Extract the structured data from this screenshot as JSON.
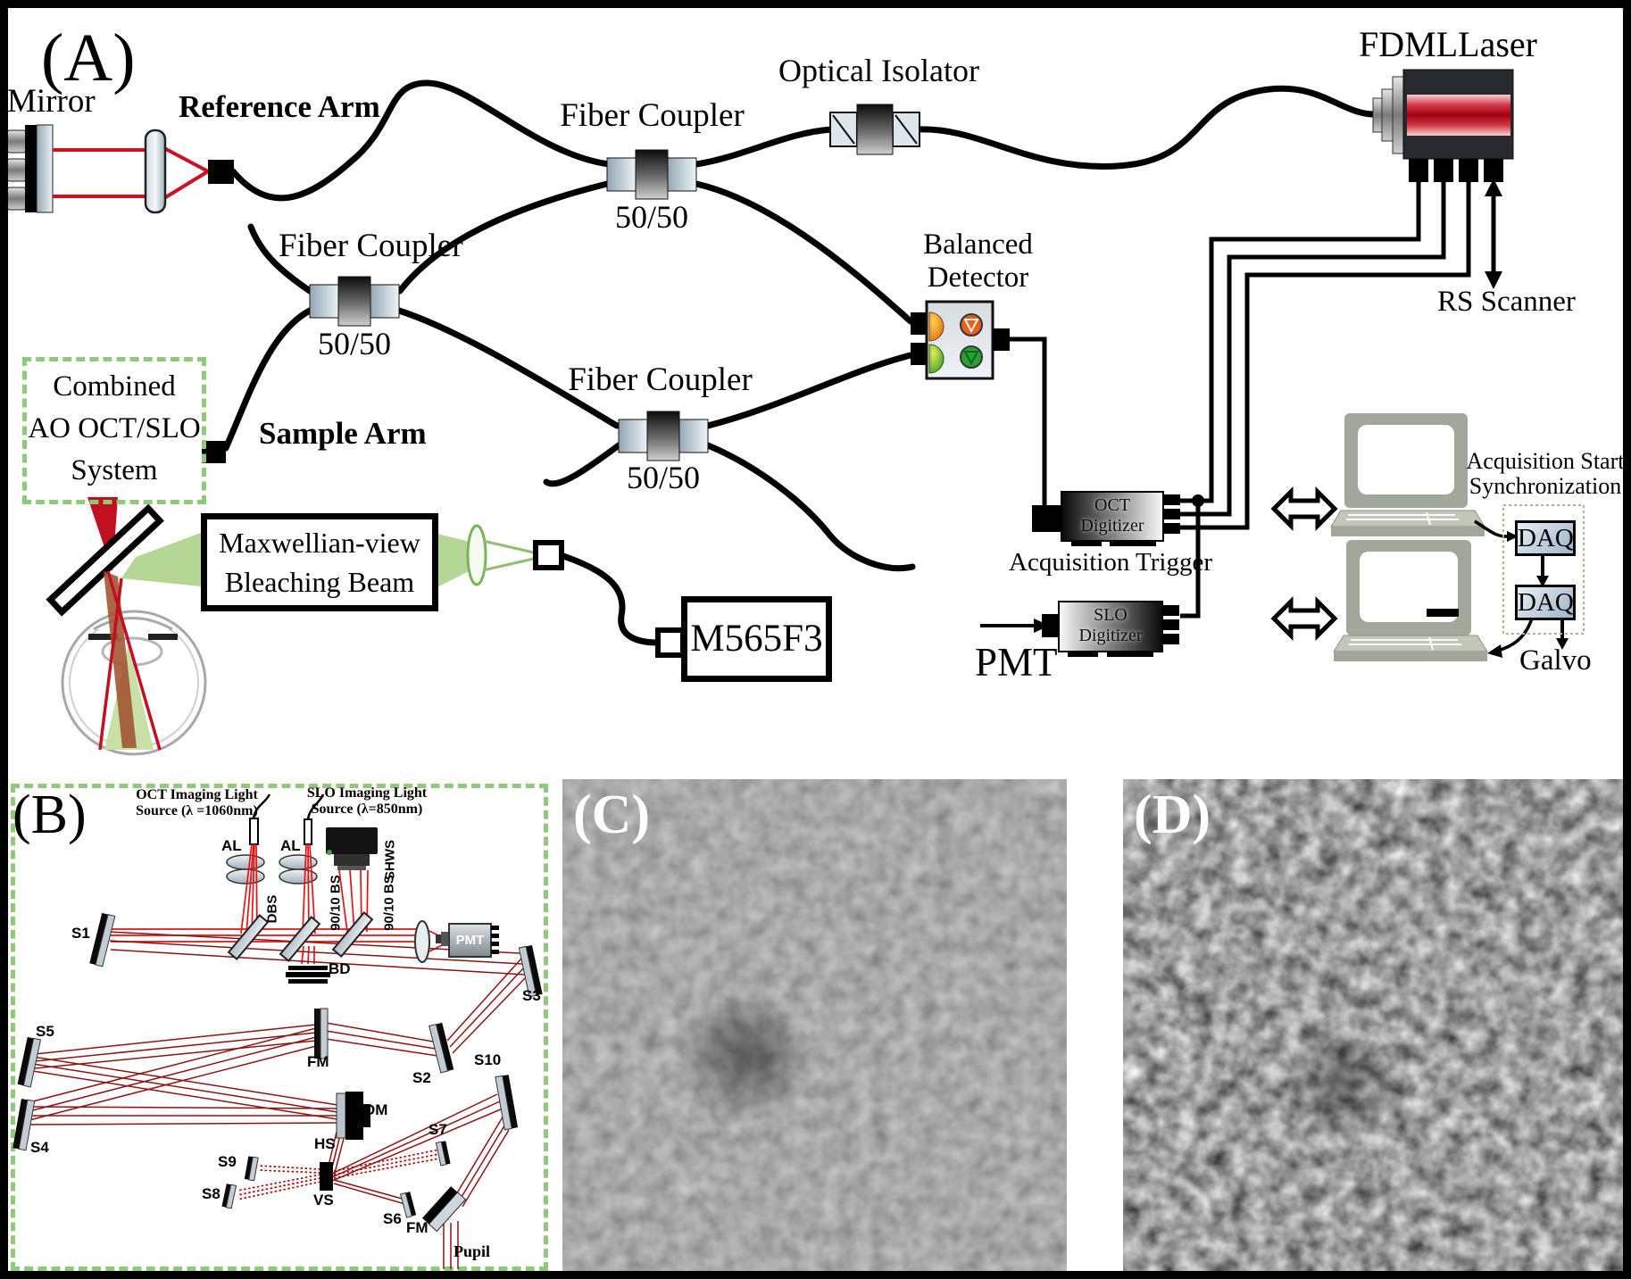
{
  "colors": {
    "accent_green": "#8fca7a",
    "beam_red": "#cc1122",
    "beam_dark_red": "#8e1414",
    "fiber_black": "#000000"
  },
  "panelA": {
    "tag": "(A)",
    "mirror_label": "Mirror",
    "reference_arm": "Reference Arm",
    "sample_arm": "Sample Arm",
    "coupler_top": {
      "label": "Fiber Coupler",
      "ratio": "50/50"
    },
    "coupler_mid": {
      "label": "Fiber Coupler",
      "ratio": "50/50"
    },
    "coupler_bottom": {
      "label": "Fiber Coupler",
      "ratio": "50/50"
    },
    "optical_isolator": "Optical Isolator",
    "fdml_laser": "FDMLLaser",
    "rs_scanner": "RS Scanner",
    "balanced_detector": [
      "Balanced",
      "Detector"
    ],
    "combined_system": [
      "Combined",
      "AO OCT/SLO",
      "System"
    ],
    "maxwellian": [
      "Maxwellian-view",
      "Bleaching Beam"
    ],
    "m565f3": "M565F3",
    "pmt": "PMT",
    "oct_digitizer": [
      "OCT",
      "Digitizer"
    ],
    "slo_digitizer": [
      "SLO",
      "Digitizer"
    ],
    "acquisition_trigger": "Acquisition Trigger",
    "acquisition_start": [
      "Acquisition Start",
      "Synchronization"
    ],
    "daq_top": "DAQ",
    "daq_bottom": "DAQ",
    "galvo": "Galvo"
  },
  "panelB": {
    "tag": "(B)",
    "oct_source": [
      "OCT Imaging Light",
      "Source (λ =1060nm)"
    ],
    "slo_source": [
      "SLO Imaging Light",
      "Source (λ=850nm)"
    ],
    "al1": "AL",
    "al2": "AL",
    "shws": "SHWS",
    "dbs": "DBS",
    "bs_1": "90/10 BS",
    "bs_2": "90/10 BS",
    "s1": "S1",
    "s2": "S2",
    "s3": "S3",
    "s4": "S4",
    "s5": "S5",
    "s6": "S6",
    "s7": "S7",
    "s8": "S8",
    "s9": "S9",
    "s10": "S10",
    "fm_1": "FM",
    "fm_2": "FM",
    "dm": "DM",
    "hs": "HS",
    "vs": "VS",
    "bd": "BD",
    "pmt": "PMT",
    "pupil": "Pupil"
  },
  "panelC": {
    "tag": "(C)"
  },
  "panelD": {
    "tag": "(D)"
  }
}
